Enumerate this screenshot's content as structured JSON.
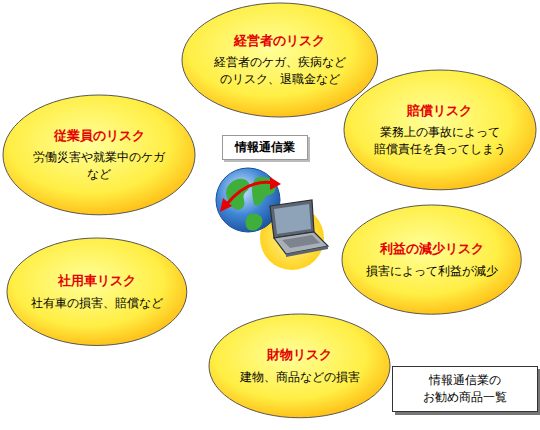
{
  "diagram": {
    "nodes": [
      {
        "text": [
          "経営者のリスク",
          "経営者のケガ、疾病など のリスク、退職金など"
        ]
      },
      {
        "text": [
          "従業員のリスク",
          "労働災害や就業中のケガ など"
        ]
      },
      {
        "text": [
          "賠償リスク",
          "業務上の事故によって 賠償責任を負ってしまう"
        ]
      },
      {
        "text": [
          "情報通信業"
        ]
      },
      {
        "text": [
          "利益の減少リスク",
          "損害によって利益が減少"
        ]
      },
      {
        "text": [
          "社用車リスク",
          "社有車の損害、賠償など"
        ]
      },
      {
        "text": [
          "財物リスク",
          "建物、商品などの損害"
        ]
      },
      {
        "text": [
          "情報通信業の お勧め商品一覧"
        ]
      }
    ]
  }
}
